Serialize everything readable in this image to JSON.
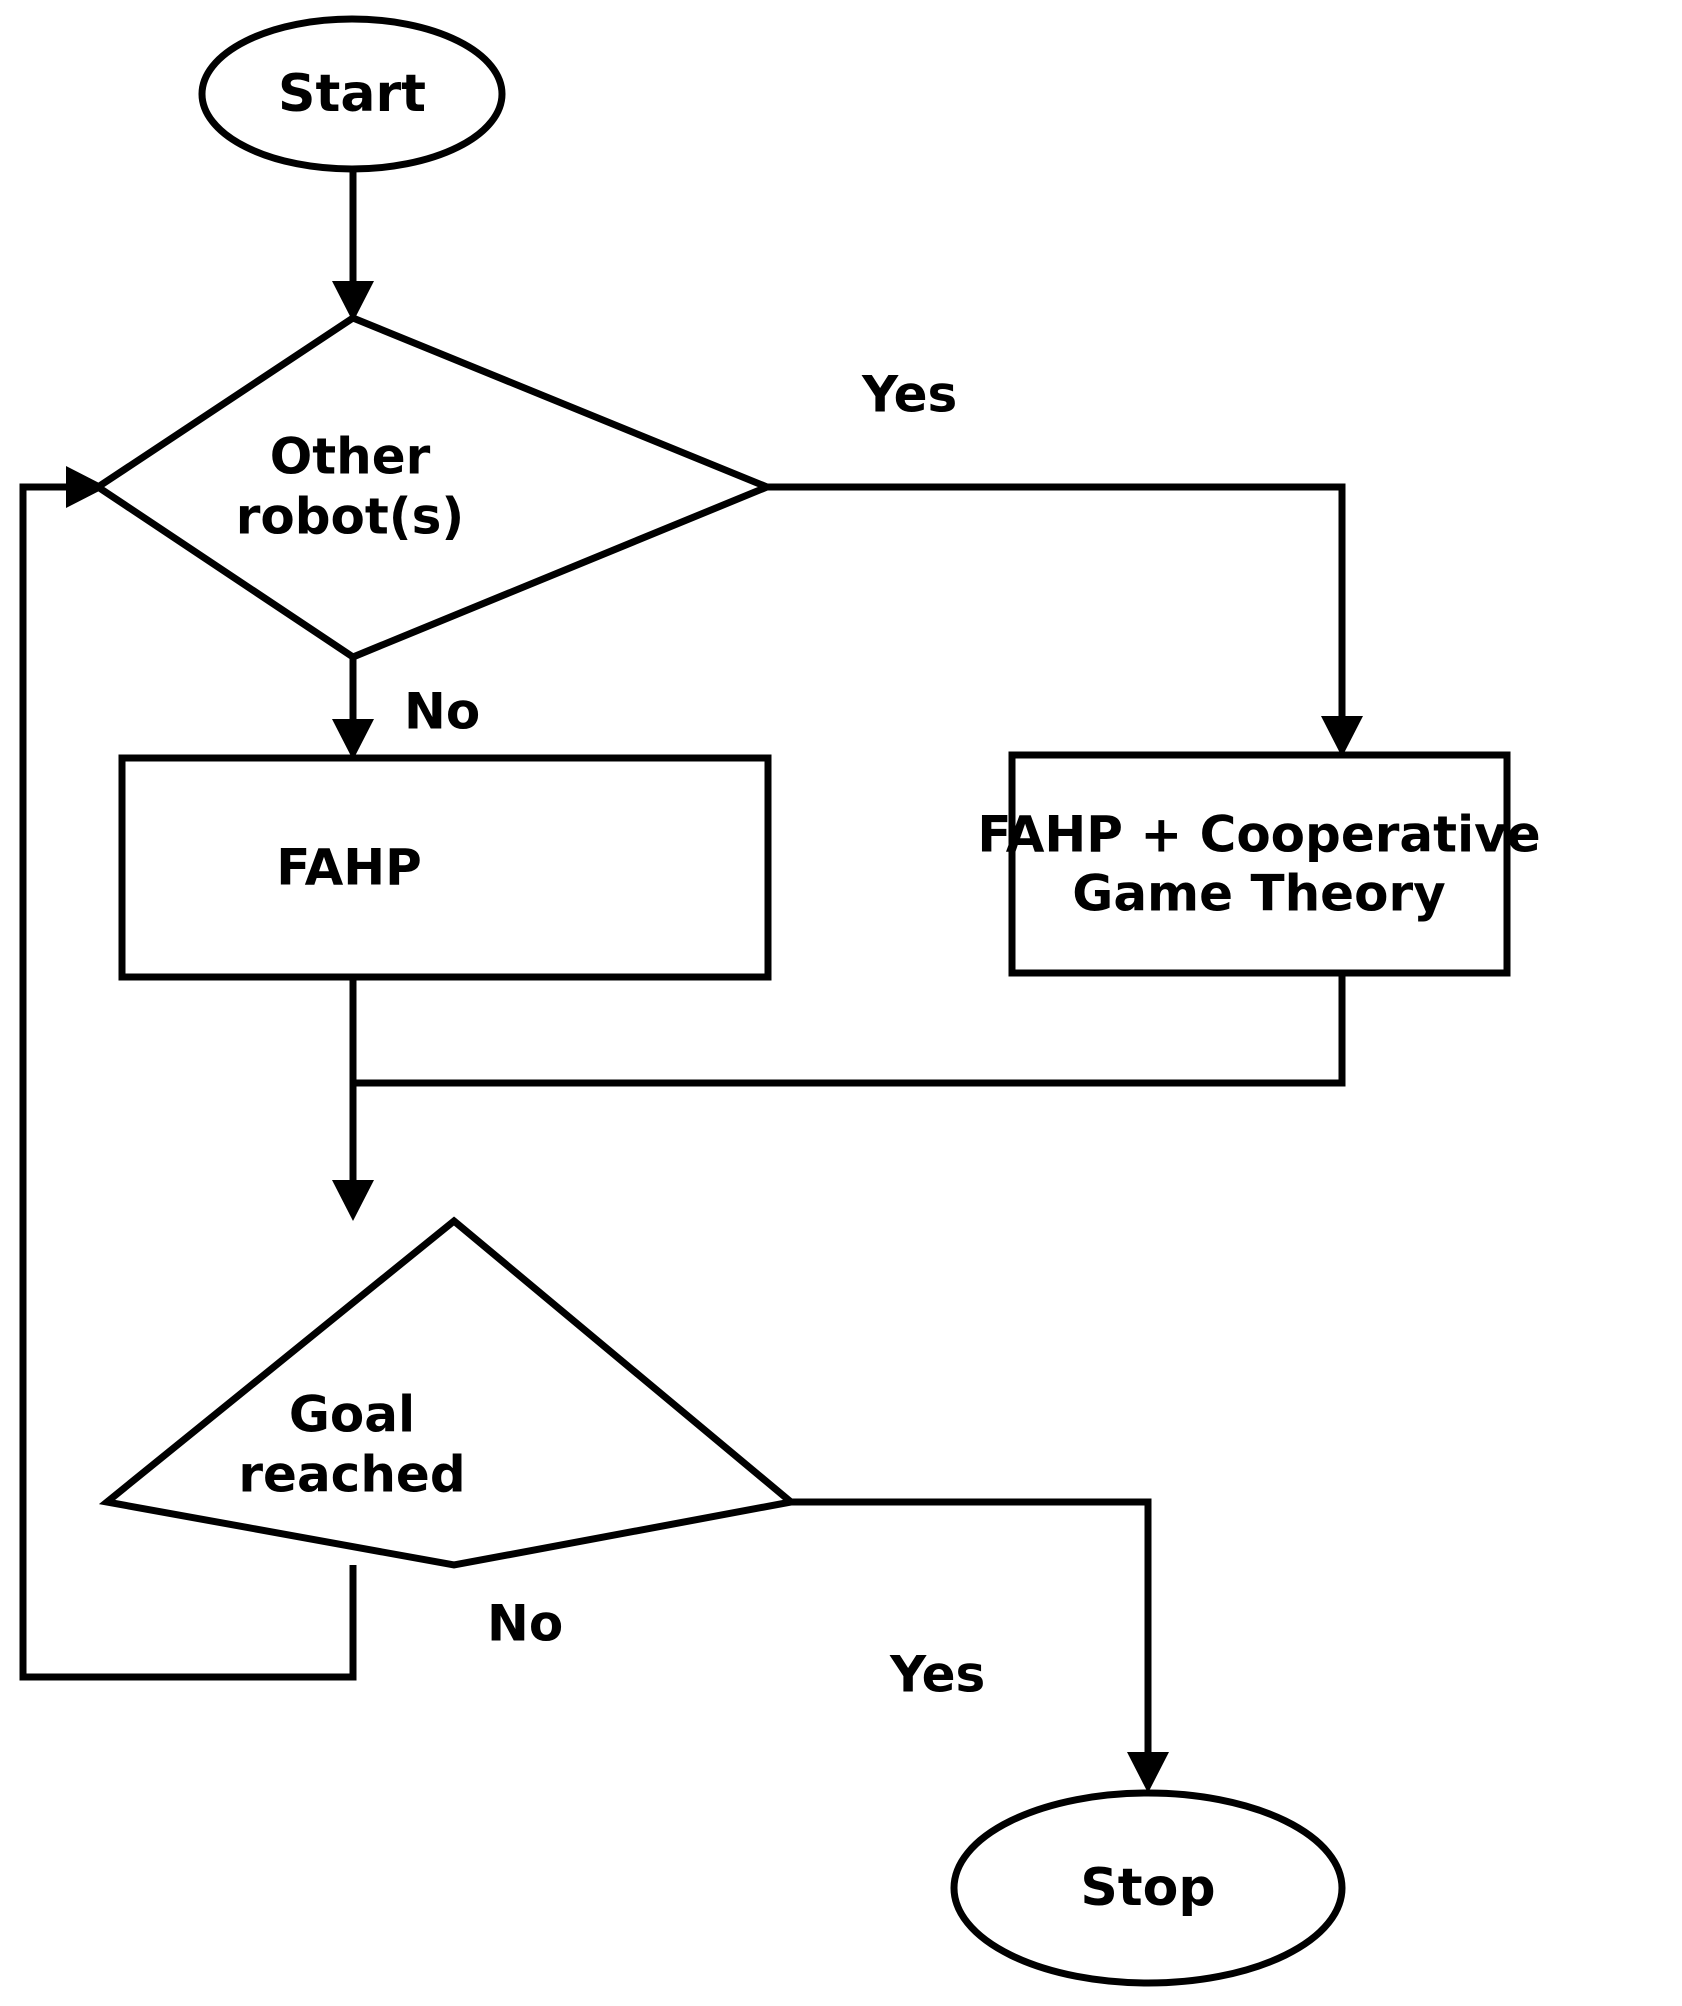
{
  "diagram": {
    "title": "Robot path planning decision flowchart",
    "type": "flowchart",
    "background_color": "#ffffff",
    "line_color": "#000000",
    "fill_color": "#ffffff"
  },
  "nodes": {
    "start": {
      "label": "Start",
      "shape": "ellipse"
    },
    "decision_other_robots": {
      "label_line1": "Other",
      "label_line2": "robot(s)",
      "shape": "diamond"
    },
    "process_fahp": {
      "label": "FAHP",
      "shape": "rectangle"
    },
    "process_fahp_cgt": {
      "label_line1": "FAHP + Cooperative",
      "label_line2": "Game Theory",
      "shape": "rectangle"
    },
    "decision_goal_reached": {
      "label_line1": "Goal",
      "label_line2": "reached",
      "shape": "diamond"
    },
    "stop": {
      "label": "Stop",
      "shape": "ellipse"
    }
  },
  "edges": {
    "other_robots_yes": {
      "label": "Yes"
    },
    "other_robots_no": {
      "label": "No"
    },
    "goal_reached_no": {
      "label": "No"
    },
    "goal_reached_yes": {
      "label": "Yes"
    }
  },
  "chart_data": {
    "type": "flowchart",
    "title": "Robot path planning decision flowchart",
    "nodes": [
      {
        "id": "start",
        "text": "Start",
        "shape": "ellipse"
      },
      {
        "id": "decision_other_robots",
        "text": "Other robot(s)",
        "shape": "diamond"
      },
      {
        "id": "process_fahp",
        "text": "FAHP",
        "shape": "rectangle"
      },
      {
        "id": "process_fahp_cgt",
        "text": "FAHP + Cooperative Game Theory",
        "shape": "rectangle"
      },
      {
        "id": "decision_goal_reached",
        "text": "Goal reached",
        "shape": "diamond"
      },
      {
        "id": "stop",
        "text": "Stop",
        "shape": "ellipse"
      }
    ],
    "edges": [
      {
        "from": "start",
        "to": "decision_other_robots",
        "label": ""
      },
      {
        "from": "decision_other_robots",
        "to": "process_fahp_cgt",
        "label": "Yes"
      },
      {
        "from": "decision_other_robots",
        "to": "process_fahp",
        "label": "No"
      },
      {
        "from": "process_fahp",
        "to": "decision_goal_reached",
        "label": ""
      },
      {
        "from": "process_fahp_cgt",
        "to": "decision_goal_reached",
        "label": ""
      },
      {
        "from": "decision_goal_reached",
        "to": "decision_other_robots",
        "label": "No"
      },
      {
        "from": "decision_goal_reached",
        "to": "stop",
        "label": "Yes"
      }
    ]
  }
}
